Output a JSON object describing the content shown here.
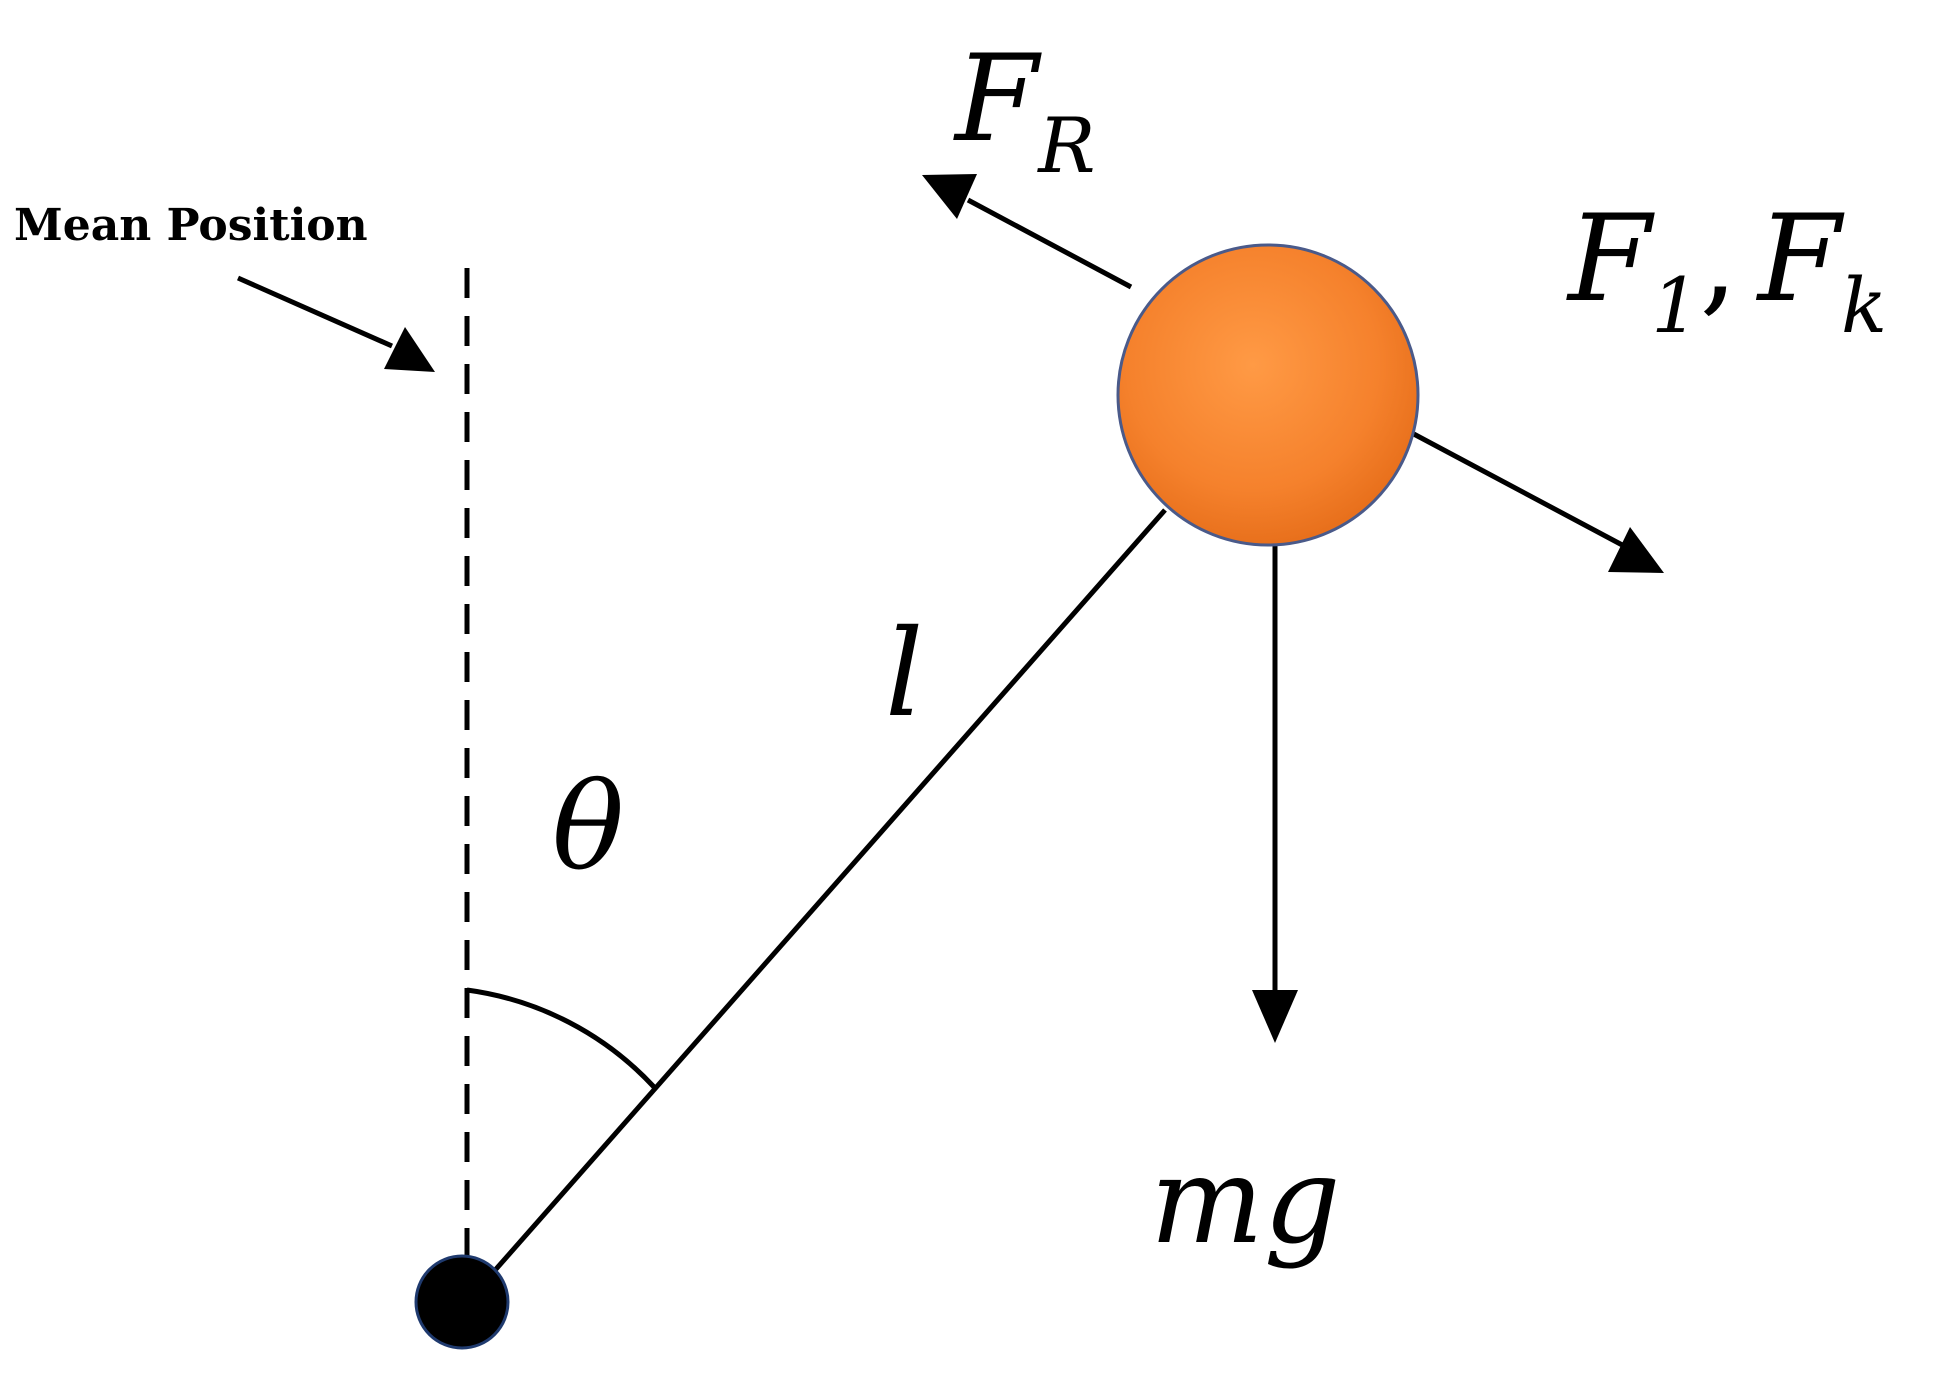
{
  "caption": {
    "mean_position": "Mean Position"
  },
  "symbols": {
    "restoring_force": {
      "base": "F",
      "sub": "R"
    },
    "applied_forces": {
      "first": {
        "base": "F",
        "sub": "1"
      },
      "separator": ",",
      "second": {
        "base": "F",
        "sub": "k"
      }
    },
    "length": "l",
    "angle": "θ",
    "weight": "mg"
  },
  "colors": {
    "bob": "#f5812c",
    "bob_outline": "#4a5a8a",
    "pivot": "#000000",
    "pivot_outline": "#1f3a6e",
    "lines": "#000000"
  }
}
